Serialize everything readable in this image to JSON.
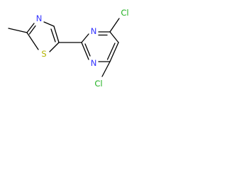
{
  "molecule": {
    "atoms": {
      "n_thiazole": {
        "label": "N",
        "color": "#3333ff"
      },
      "s_thiazole": {
        "label": "S",
        "color": "#b3b300"
      },
      "n_pyrimidine_top": {
        "label": "N",
        "color": "#3333ff"
      },
      "n_pyrimidine_bottom": {
        "label": "N",
        "color": "#3333ff"
      },
      "cl_top": {
        "label": "Cl",
        "color": "#1fb01f"
      },
      "cl_bottom": {
        "label": "Cl",
        "color": "#1fb01f"
      }
    },
    "bond_color": "#000000"
  }
}
